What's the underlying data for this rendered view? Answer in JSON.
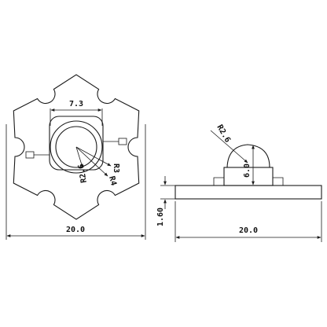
{
  "top_view": {
    "width_label": "20.0",
    "lens_width_label": "7.3",
    "radius_r3_label": "R3",
    "radius_r4_label": "R4",
    "radius_r26_label": "R2.6"
  },
  "side_view": {
    "width_label": "20.0",
    "board_thickness_label": "1.60",
    "height_label": "6.0",
    "dome_radius_label": "R2.6"
  }
}
